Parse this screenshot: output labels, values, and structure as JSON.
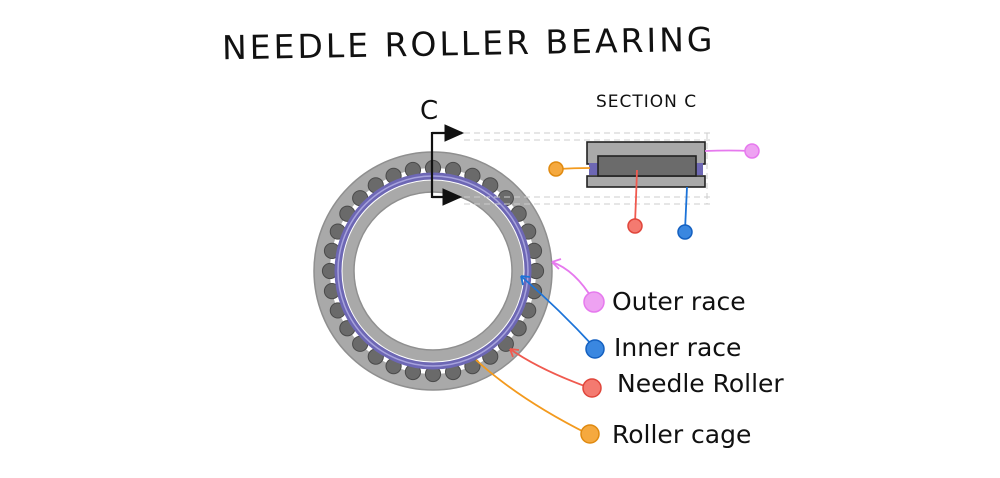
{
  "title": "NEEDLE ROLLER BEARING",
  "section_title": "SECTION C",
  "section_mark": "C",
  "labels": {
    "outer_race": "Outer race",
    "inner_race": "Inner race",
    "needle_roller": "Needle Roller",
    "roller_cage": "Roller cage"
  },
  "colors": {
    "outer_race": "#e679ee",
    "inner_race": "#1c73d8",
    "needle_roller": "#f05a4f",
    "roller_cage": "#f39a1e",
    "race_gray": "#a9a9a9",
    "roller_gray": "#6a6a6a",
    "cage_purple": "#6d67b4"
  },
  "roller_count": 32
}
